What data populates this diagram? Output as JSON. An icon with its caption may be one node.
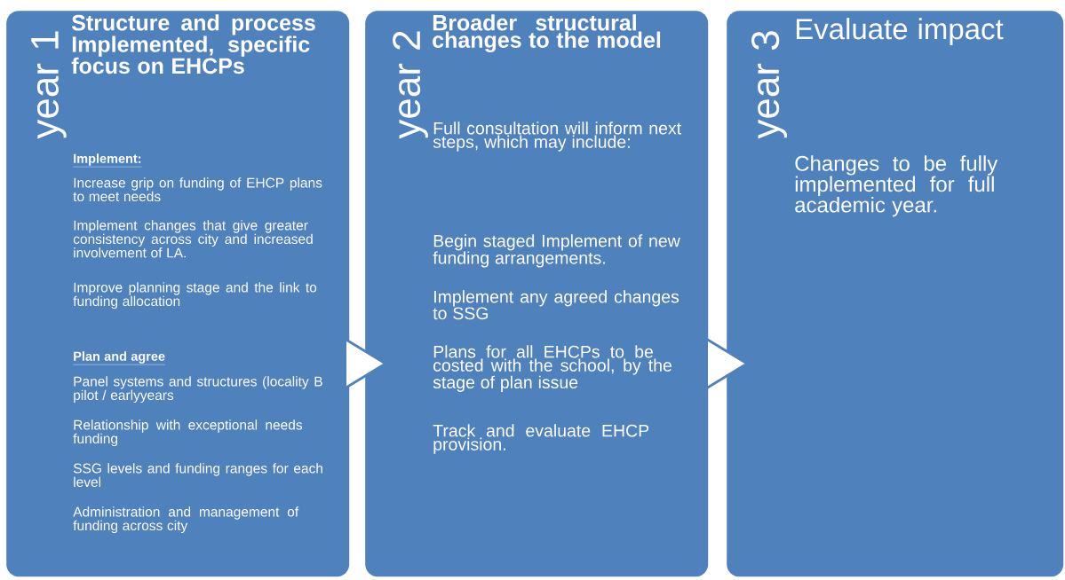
{
  "diagram": {
    "nodes": [
      {
        "text": [
          "year 1",
          "Structure and process Implemented, specific focus on EHCPs",
          "Implement:",
          "Increase grip on funding of EHCP plans to meet needs",
          "Implement changes that give greater consistency across city and increased involvement of LA.",
          "Improve planning stage and the link to funding allocation",
          "Plan and agree",
          "Panel systems and structures (locality B pilot / earlyyears",
          "Relationship with exceptional needs funding",
          "SSG levels and funding ranges for each level",
          "Administration and management of funding across city"
        ]
      },
      {
        "text": [
          "year 2",
          "Broader structural changes to the model",
          "Full consultation will inform next steps, which may include:",
          "Begin staged Implement of new funding arrangements.",
          "Implement any agreed changes to SSG",
          "Plans for all EHCPs to be costed with the school, by the stage of plan issue",
          "Track and evaluate EHCP provision."
        ]
      },
      {
        "text": [
          "year 3",
          "Evaluate impact",
          "Changes to be fully implemented for full academic year."
        ]
      }
    ],
    "edges": [
      {
        "from": 0,
        "to": 1,
        "arrow": "to"
      },
      {
        "from": 1,
        "to": 2,
        "arrow": "to"
      }
    ]
  }
}
